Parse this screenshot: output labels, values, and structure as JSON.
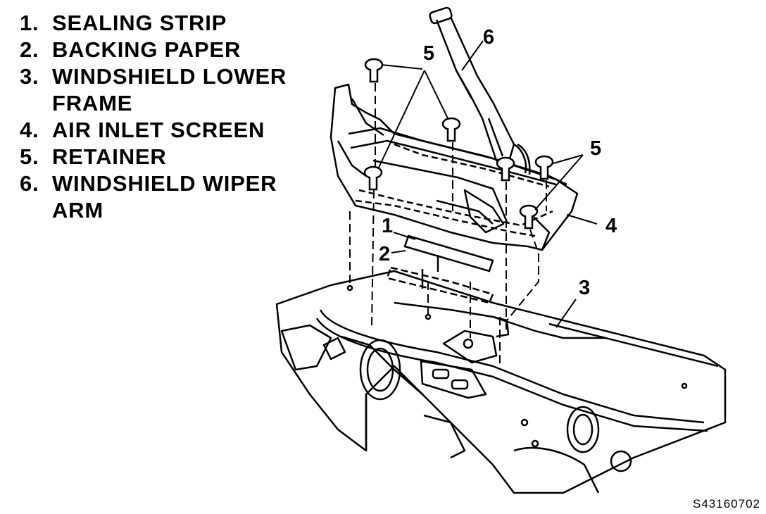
{
  "legend": [
    {
      "number": "1.",
      "lines": [
        "SEALING STRIP"
      ]
    },
    {
      "number": "2.",
      "lines": [
        "BACKING PAPER"
      ]
    },
    {
      "number": "3.",
      "lines": [
        "WINDSHIELD LOWER",
        "FRAME"
      ]
    },
    {
      "number": "4.",
      "lines": [
        "AIR INLET SCREEN"
      ]
    },
    {
      "number": "5.",
      "lines": [
        "RETAINER"
      ]
    },
    {
      "number": "6.",
      "lines": [
        "WINDSHIELD WIPER",
        "ARM"
      ]
    }
  ],
  "callouts": {
    "c1": "1",
    "c2": "2",
    "c3": "3",
    "c4": "4",
    "c5a": "5",
    "c5b": "5",
    "c6": "6"
  },
  "figure_code": "S43160702"
}
